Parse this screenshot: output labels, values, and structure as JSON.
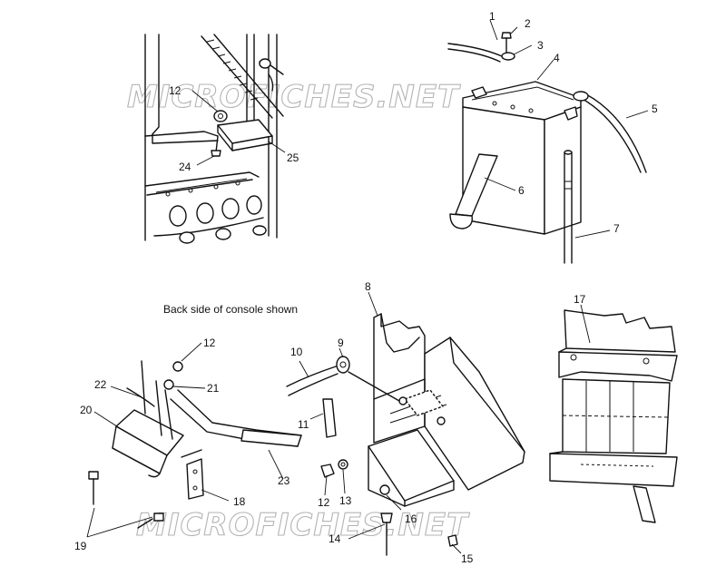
{
  "caption": "Back side of console shown",
  "watermark": "MICROFICHES.NET",
  "callouts": {
    "c1": "1",
    "c2": "2",
    "c3": "3",
    "c4": "4",
    "c5": "5",
    "c6": "6",
    "c7": "7",
    "c8": "8",
    "c9": "9",
    "c10": "10",
    "c11": "11",
    "c12_top": "12",
    "c12_mid": "12",
    "c12_low": "12",
    "c13": "13",
    "c14": "14",
    "c15": "15",
    "c16": "16",
    "c17": "17",
    "c18": "18",
    "c19": "19",
    "c20": "20",
    "c21": "21",
    "c22": "22",
    "c23": "23",
    "c24": "24",
    "c25": "25"
  }
}
